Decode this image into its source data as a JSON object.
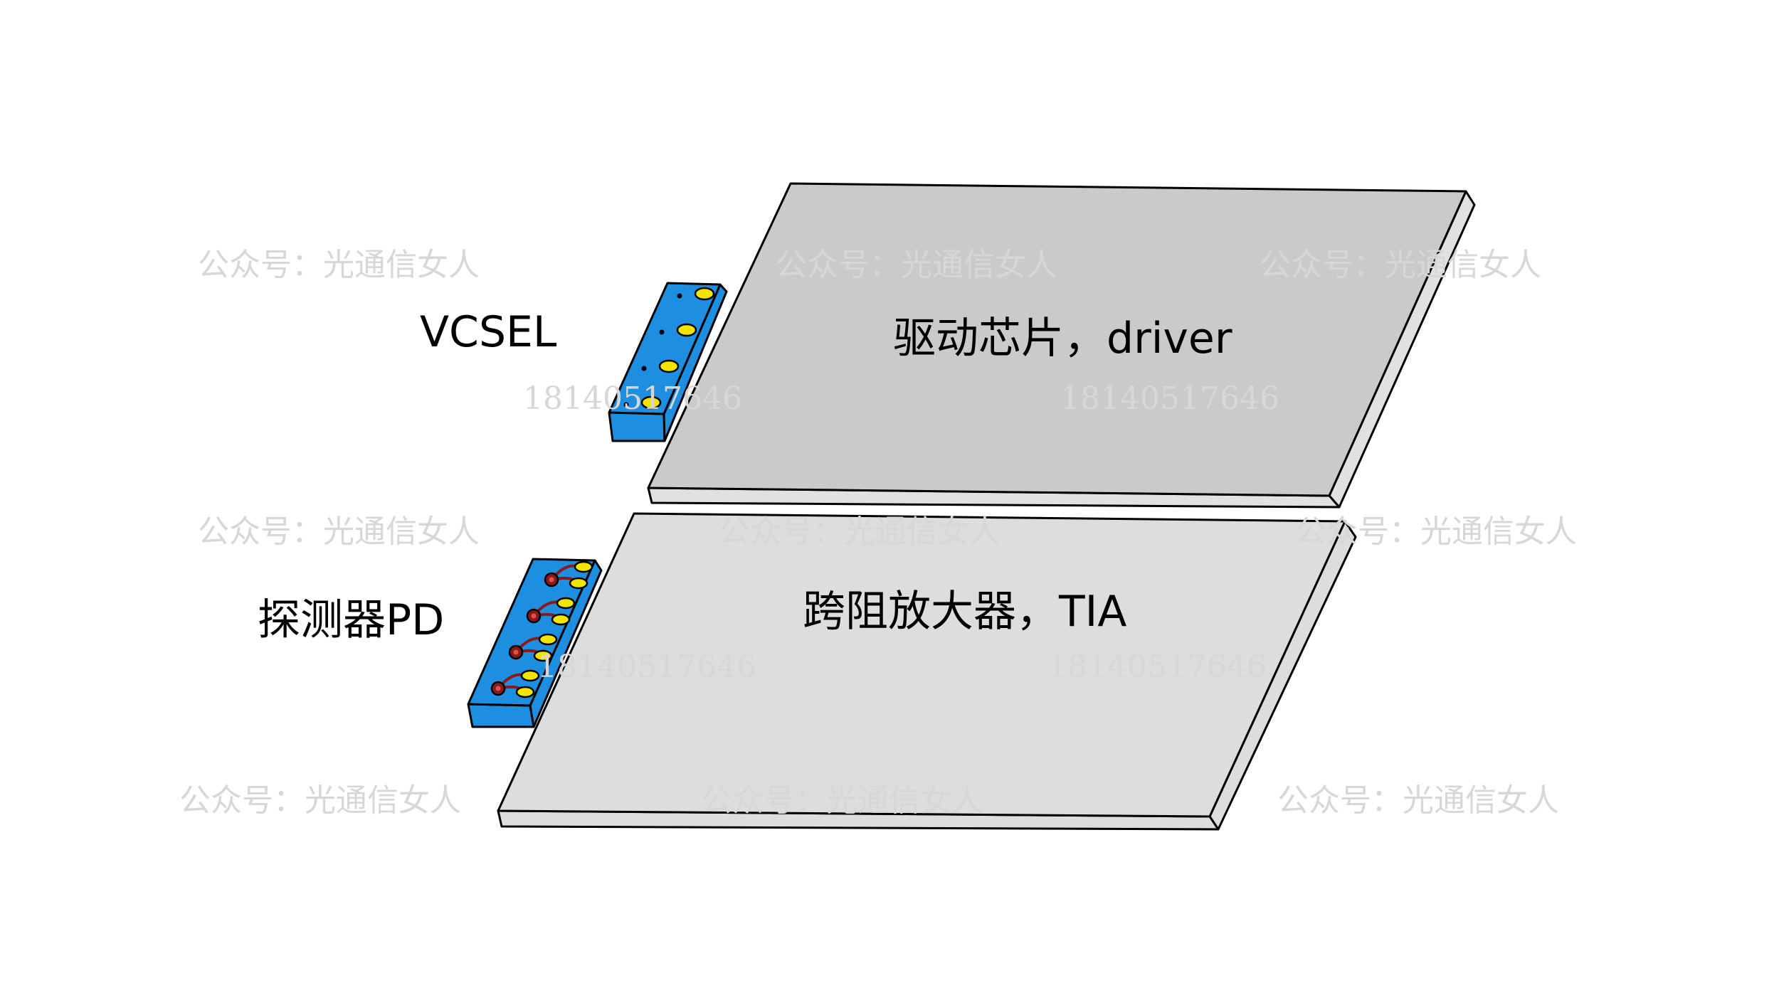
{
  "diagram": {
    "components": {
      "vcsel": {
        "label": "VCSEL",
        "pad_count": 4,
        "color": "#1e8fe0"
      },
      "driver": {
        "label": "驱动芯片，driver",
        "color": "#c9cacb"
      },
      "pd": {
        "label": "探测器PD",
        "element_count": 4,
        "color": "#1e8fe0"
      },
      "tia": {
        "label": "跨阻放大器，TIA",
        "color": "#dcdddd"
      }
    },
    "colors": {
      "pad": "#f2e600",
      "outline": "#000000",
      "bond_wire": "#8a1a1a",
      "watermark": "#d7d7d7"
    }
  },
  "watermarks": {
    "account": "公众号：光通信女人",
    "phone": "18140517646"
  }
}
